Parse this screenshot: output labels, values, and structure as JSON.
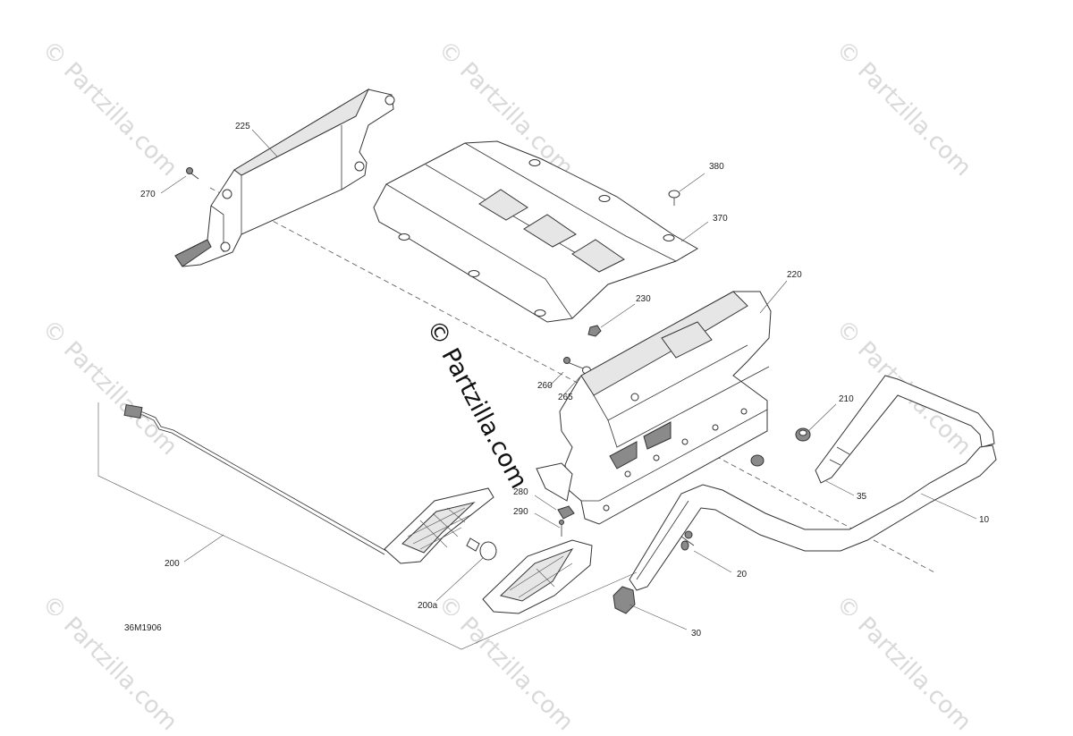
{
  "diagram": {
    "figure_id": "36M1906",
    "watermark": "© Partzilla.com",
    "center_watermark": "© Partzilla.com",
    "callouts": {
      "c225": "225",
      "c270": "270",
      "c380": "380",
      "c370": "370",
      "c220": "220",
      "c230": "230",
      "c260": "260",
      "c265": "265",
      "c210": "210",
      "c35": "35",
      "c10": "10",
      "c280": "280",
      "c290": "290",
      "c200": "200",
      "c200a": "200a",
      "c20": "20",
      "c30": "30"
    }
  }
}
